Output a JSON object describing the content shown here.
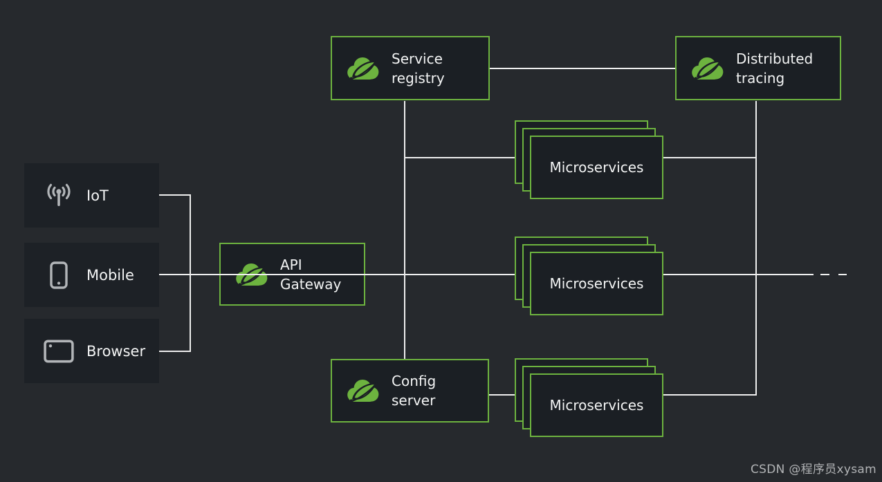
{
  "diagram": {
    "clients": [
      {
        "label": "IoT",
        "icon": "iot-antenna-icon"
      },
      {
        "label": "Mobile",
        "icon": "mobile-phone-icon"
      },
      {
        "label": "Browser",
        "icon": "browser-window-icon"
      }
    ],
    "nodes": {
      "service_registry": {
        "label": "Service registry"
      },
      "distributed_tracing": {
        "label": "Distributed tracing"
      },
      "api_gateway": {
        "label": "API Gateway"
      },
      "config_server": {
        "label": "Config server"
      }
    },
    "microservices": {
      "label": "Microservices"
    }
  },
  "watermark": {
    "text": "CSDN @程序员xysam"
  },
  "colors": {
    "background": "#26292d",
    "spring_green": "#6db33f",
    "node_fill": "#1b1f24",
    "client_fill": "#1d2126",
    "connector_line": "#efefef",
    "label_text": "#f3f4f4",
    "icon_gray": "#b2b5b8",
    "watermark_text": "#b2b4b6"
  }
}
